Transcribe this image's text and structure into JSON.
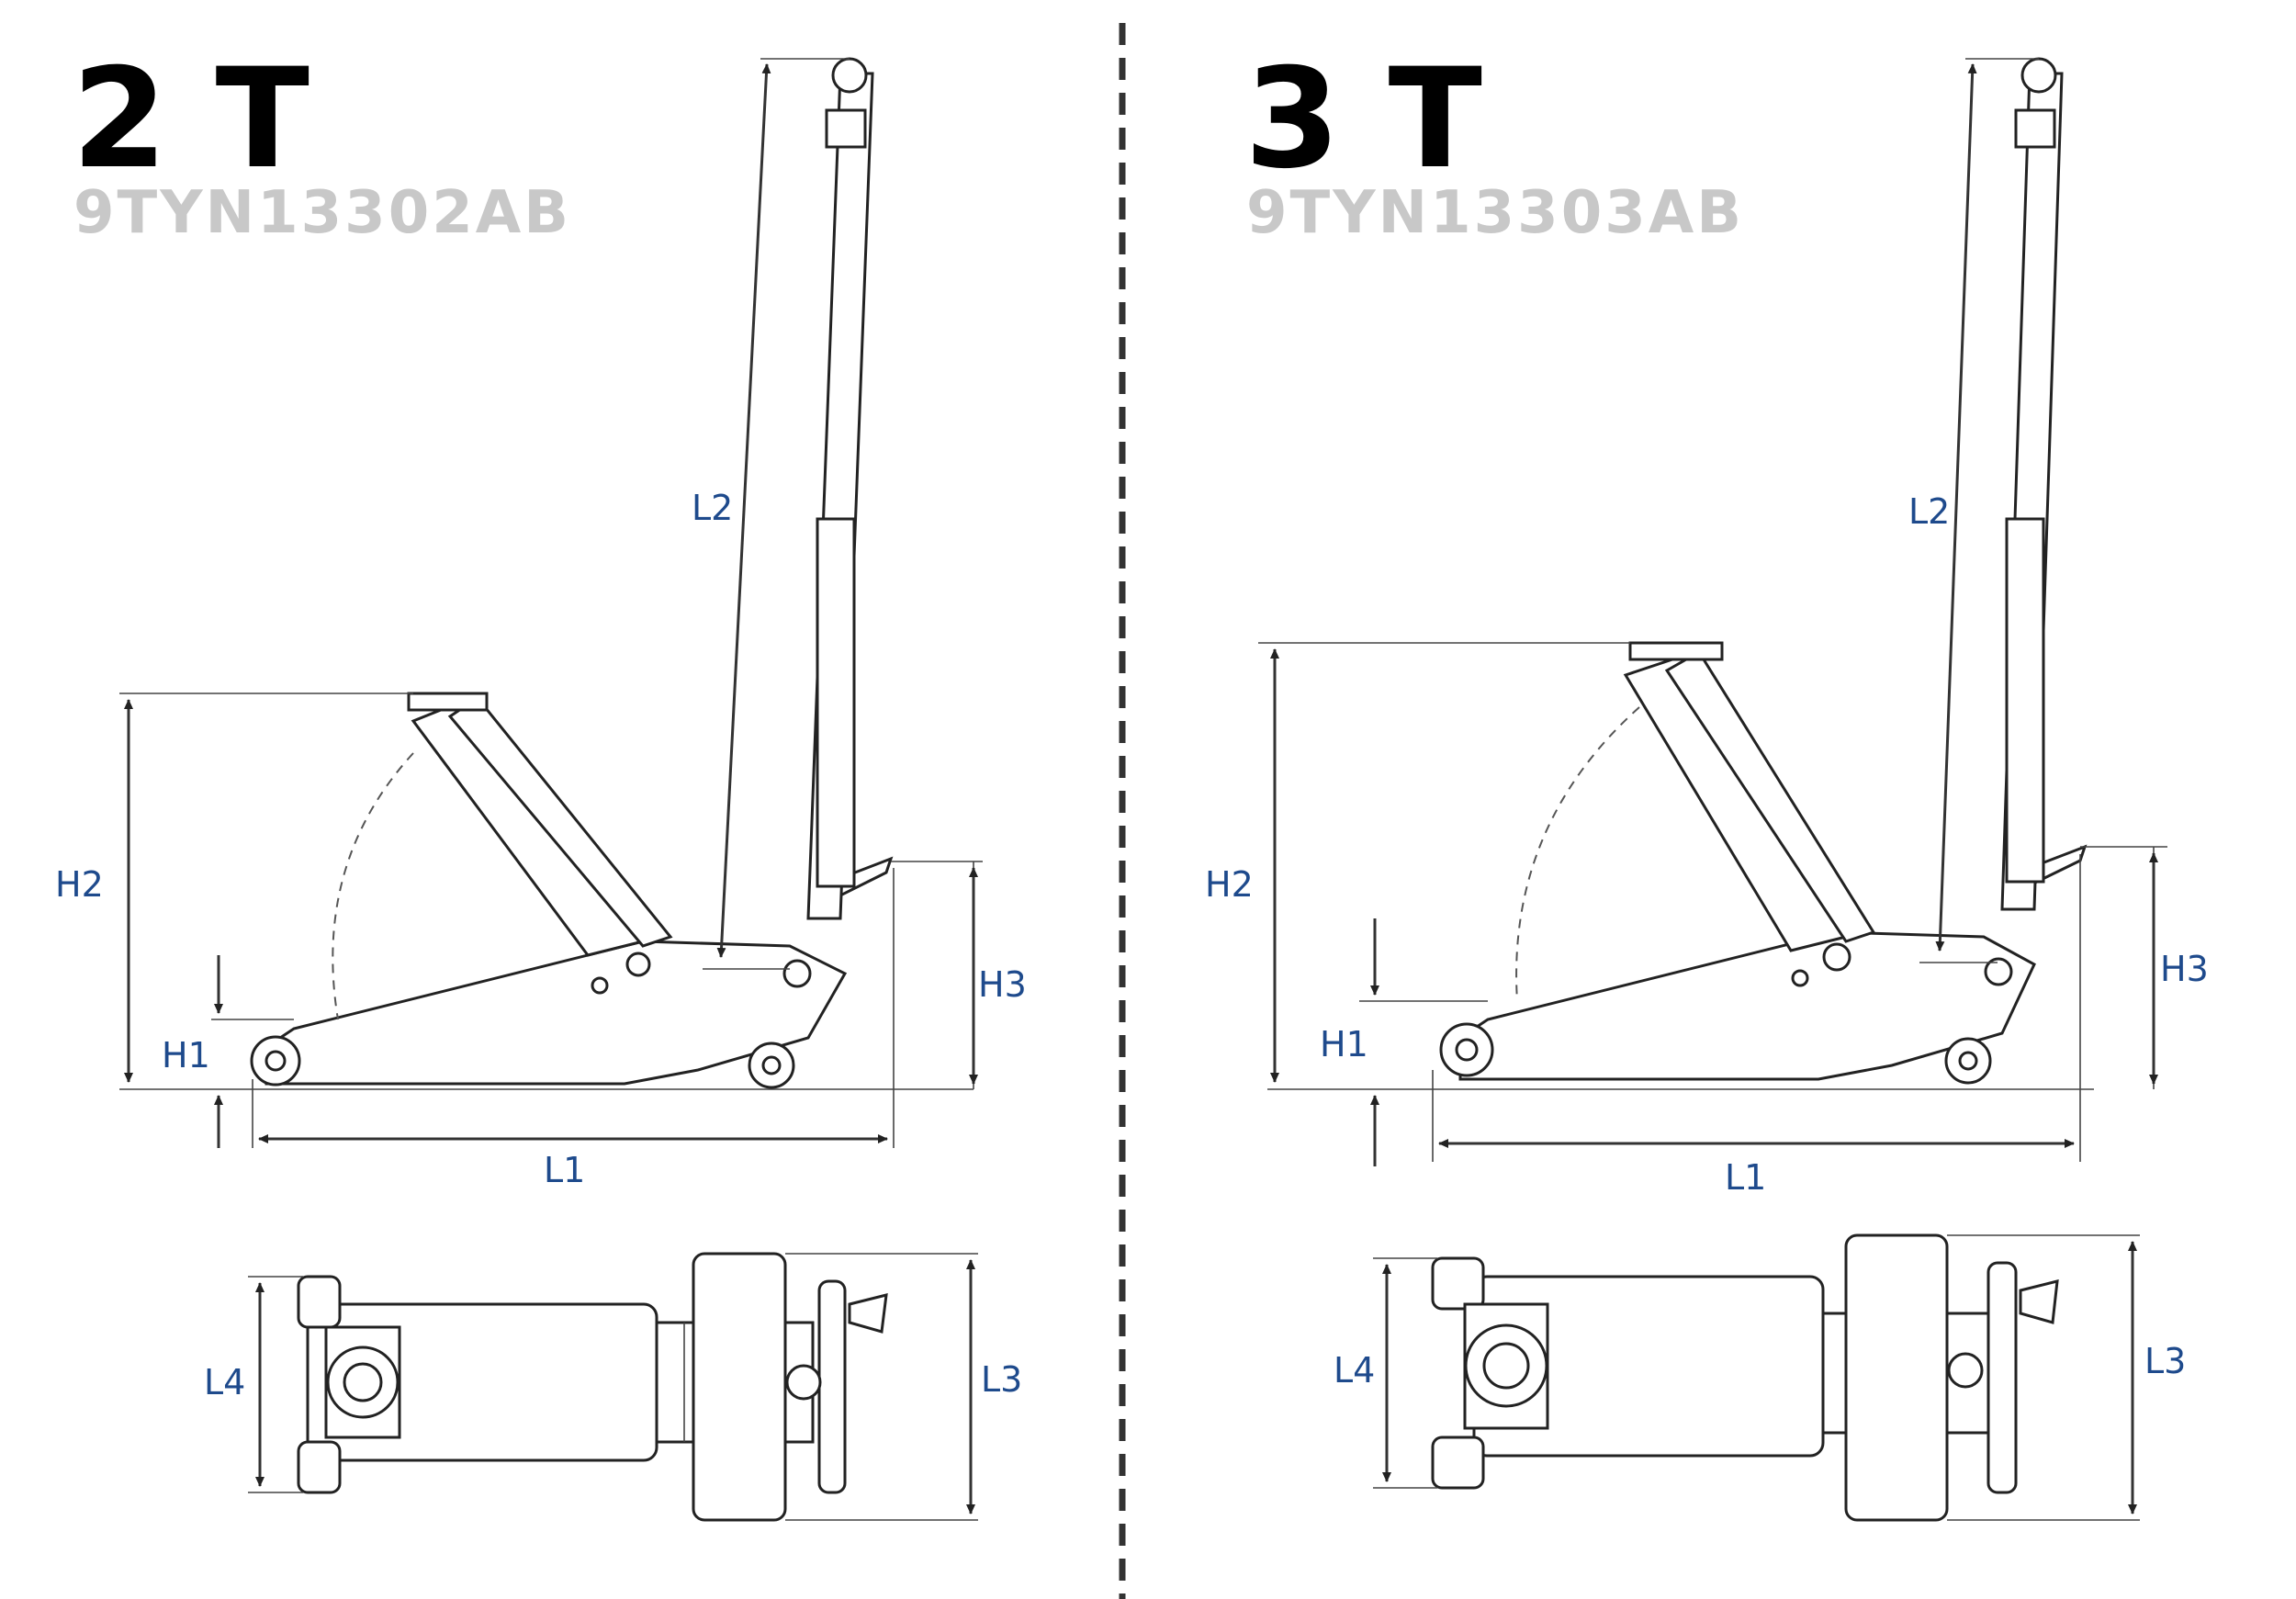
{
  "left": {
    "title": "2 T",
    "code": "9TYN13302AB",
    "dims": {
      "l1": "L1",
      "l2": "L2",
      "l3": "L3",
      "l4": "L4",
      "h1": "H1",
      "h2": "H2",
      "h3": "H3"
    }
  },
  "right": {
    "title": "3 T",
    "code": "9TYN13303AB",
    "dims": {
      "l1": "L1",
      "l2": "L2",
      "l3": "L3",
      "l4": "L4",
      "h1": "H1",
      "h2": "H2",
      "h3": "H3"
    }
  },
  "colors": {
    "dimension_label": "#1e4a8c",
    "model_code": "#c8c8c8",
    "title": "#000000"
  }
}
